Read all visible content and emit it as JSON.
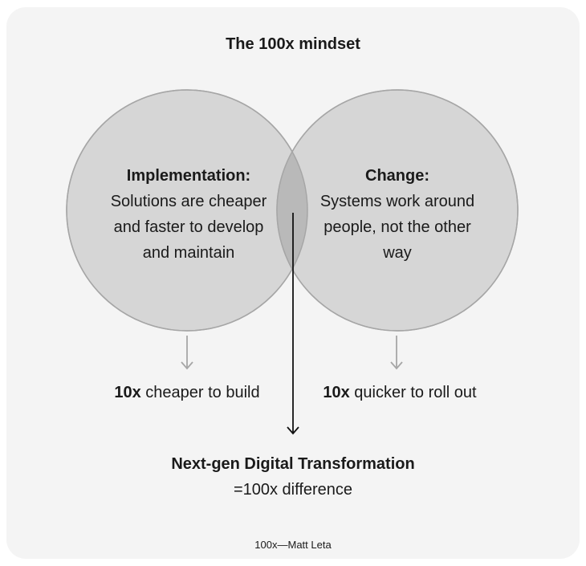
{
  "title": "The 100x mindset",
  "left_circle": {
    "heading": "Implementation:",
    "lines": [
      "Solutions are cheaper",
      "and faster to develop",
      "and maintain"
    ]
  },
  "right_circle": {
    "heading": "Change:",
    "lines": [
      "Systems work around",
      "people, not the other",
      "way"
    ]
  },
  "outcomes": {
    "left": {
      "bold": "10x",
      "text": " cheaper to build"
    },
    "right": {
      "bold": "10x",
      "text": " quicker to roll out"
    }
  },
  "result": {
    "title": "Next-gen Digital Transformation",
    "subtitle": "=100x difference"
  },
  "credit": "100x—Matt Leta",
  "colors": {
    "background": "#f4f4f4",
    "circle_fill": "#d6d6d6",
    "circle_stroke": "#a6a6a6",
    "overlap_fill": "#b9b9b9",
    "arrow_light": "#a6a6a6",
    "arrow_dark": "#111111"
  }
}
